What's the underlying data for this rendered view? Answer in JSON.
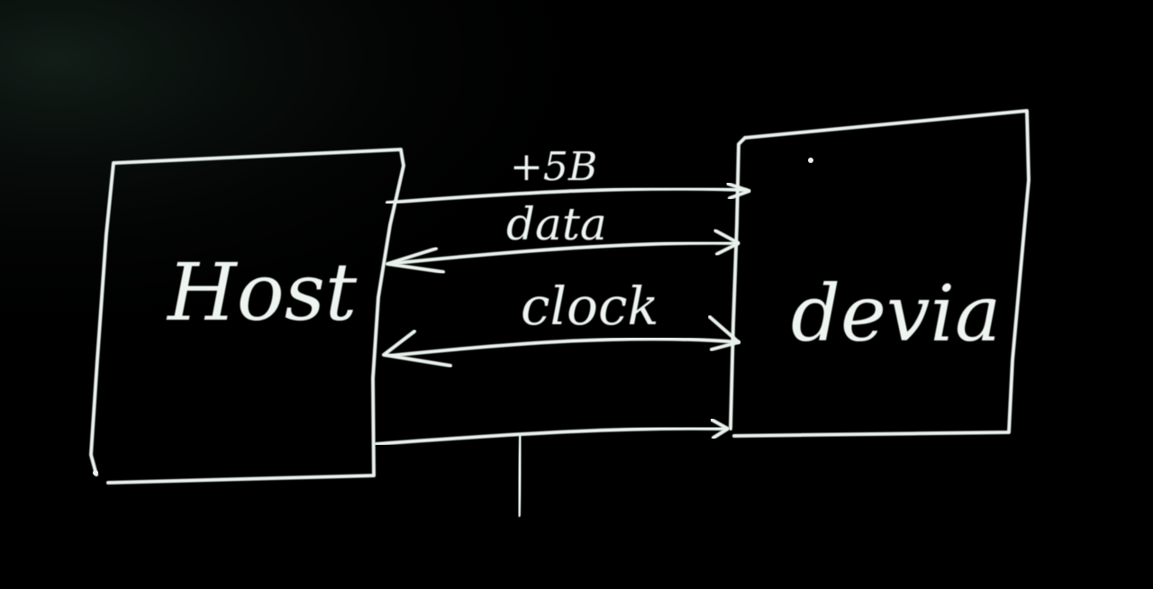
{
  "diagram": {
    "host_label": "Host",
    "device_label": "devia",
    "lines": {
      "power_label": "+5B",
      "data_label": "data",
      "clock_label": "clock"
    }
  },
  "colors": {
    "background": "#000000",
    "chalk": "#e8f1ec"
  }
}
